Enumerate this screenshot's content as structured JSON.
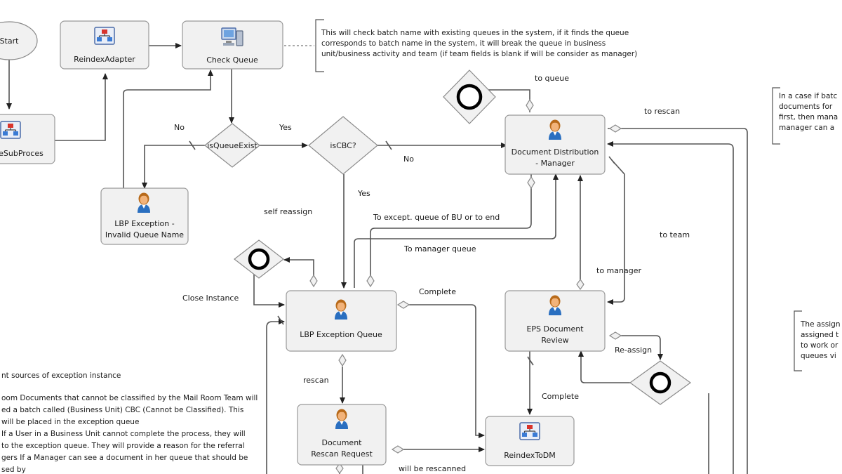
{
  "nodes": {
    "start": "Start",
    "reindex_adapter": "ReindexAdapter",
    "check_queue": "Check Queue",
    "sub_process": "eSubProces",
    "is_queue_exist": "isQueueExist",
    "is_cbc": "isCBC?",
    "doc_distribution": [
      "Document Distribution",
      "- Manager"
    ],
    "lbp_invalid": [
      "LBP Exception -",
      "Invalid Queue Name"
    ],
    "lbp_exception_queue": "LBP Exception Queue",
    "eps_review": [
      "EPS Document",
      "Review"
    ],
    "rescan_request": [
      "Document",
      "Rescan Request"
    ],
    "reindex_to_dm": "ReindexToDM"
  },
  "edge_labels": {
    "no_left": "No",
    "yes_top": "Yes",
    "no_right": "No",
    "yes_down": "Yes",
    "to_queue": "to queue",
    "to_rescan": "to rescan",
    "self_reassign": "self reassign",
    "to_except": "To except. queue of  BU or to end",
    "to_manager_queue": "To manager queue",
    "to_team": "to team",
    "to_manager": "to manager",
    "close_instance": "Close Instance",
    "complete_top": "Complete",
    "re_assign": "Re-assign",
    "rescan": "rescan",
    "complete_bottom": "Complete",
    "will_be_rescanned": "will be rescanned"
  },
  "notes": {
    "check_queue_note": [
      "This will check batch name with existing queues in the system, if it finds the queue",
      "corresponds to batch name in the system, it will break the queue in business",
      "unit/business activity and team (if team fields is blank if will be consider as manager)"
    ],
    "right_note_top": [
      "In a case if batc",
      "documents for",
      "first, then mana",
      "manager can a"
    ],
    "right_note_bottom": [
      "The assign",
      "assigned t",
      "to work or",
      "queues vi"
    ],
    "exception_sources": [
      "nt sources of exception instance",
      "",
      "oom Documents that cannot be classified by the Mail Room Team will",
      "ed a batch called (Business Unit) CBC (Cannot be Classified). This",
      "will be placed in the exception queue",
      " If a User in a Business Unit cannot complete the process, they will",
      " to the exception queue. They will provide a reason for the referral",
      "gers If a Manager can see a document in her queue that should be",
      "sed by"
    ]
  },
  "colors": {
    "node_fill": "#f1f1f1",
    "node_stroke": "#9a9a9a",
    "edge": "#555555",
    "person_skin": "#f2b37a",
    "person_hair": "#b86a1a",
    "person_body": "#2a6fc0"
  },
  "icons": {
    "adapter": "org-chart-icon",
    "computer": "computer-icon",
    "person": "person-icon",
    "end_event": "end-event-icon"
  }
}
